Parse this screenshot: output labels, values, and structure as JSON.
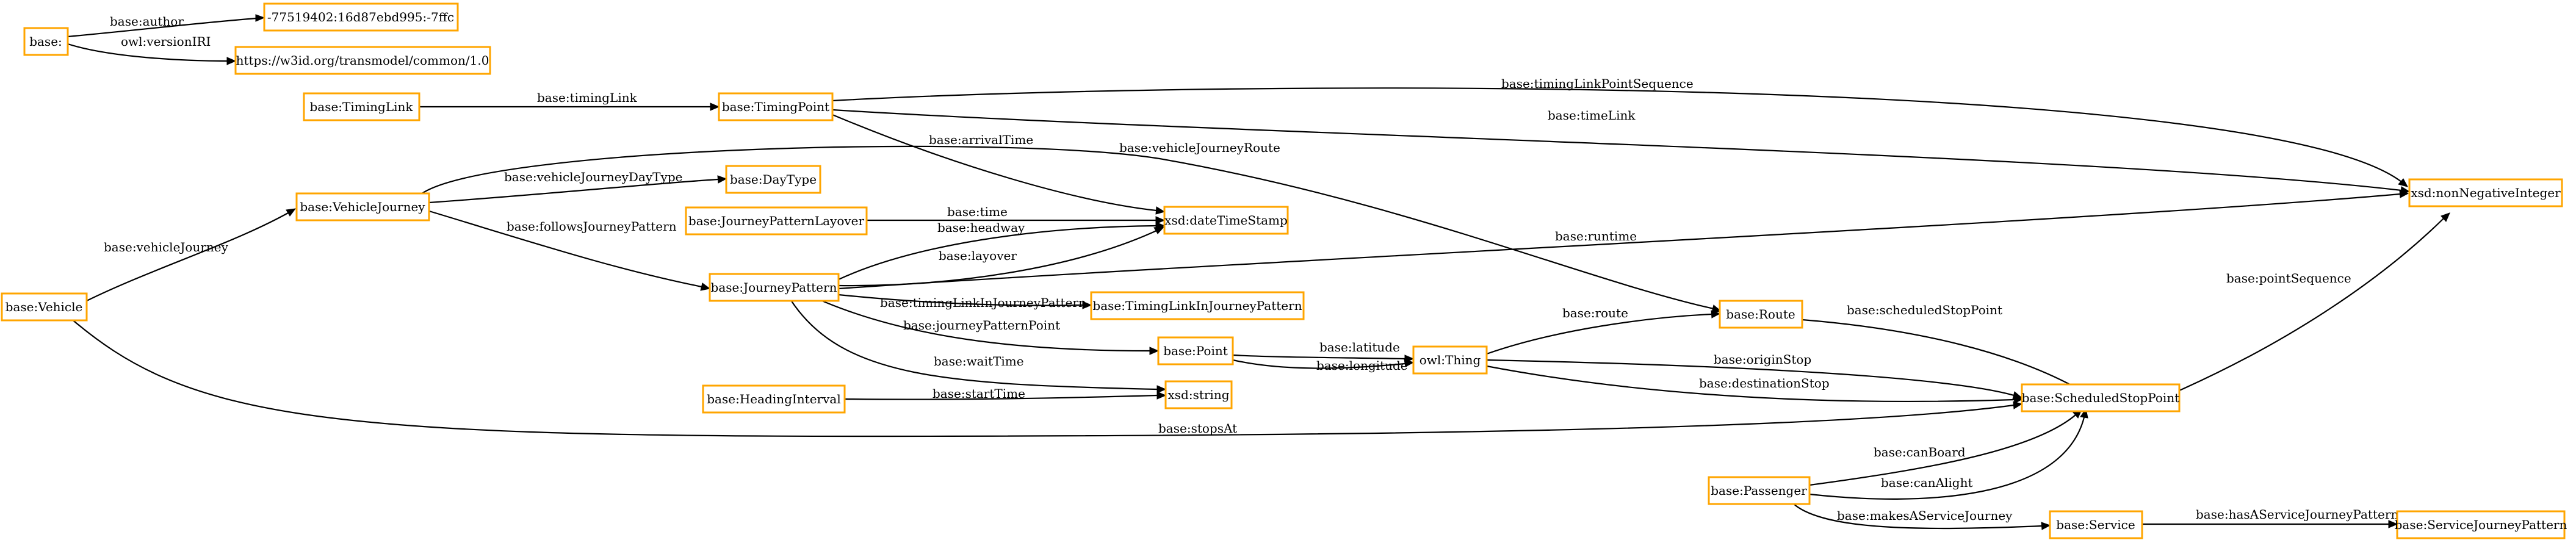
{
  "nodes": {
    "base_root": "base:",
    "author_value": "-77519402:16d87ebd995:-7ffc",
    "version_iri": "https://w3id.org/transmodel/common/1.0",
    "timing_link": "base:TimingLink",
    "timing_point": "base:TimingPoint",
    "non_negative_integer": "xsd:nonNegativeInteger",
    "vehicle_journey": "base:VehicleJourney",
    "day_type": "base:DayType",
    "journey_pattern_layover": "base:JourneyPatternLayover",
    "date_time_stamp": "xsd:dateTimeStamp",
    "vehicle": "base:Vehicle",
    "journey_pattern": "base:JourneyPattern",
    "timing_link_in_journey_pattern": "base:TimingLinkInJourneyPattern",
    "route": "base:Route",
    "point": "base:Point",
    "owl_thing": "owl:Thing",
    "heading_interval": "base:HeadingInterval",
    "xsd_string": "xsd:string",
    "scheduled_stop_point": "base:ScheduledStopPoint",
    "passenger": "base:Passenger",
    "service": "base:Service",
    "service_journey_pattern": "base:ServiceJourneyPattern"
  },
  "edges": {
    "author": "base:author",
    "version_iri": "owl:versionIRI",
    "timing_link": "base:timingLink",
    "timing_link_point_sequence": "base:timingLinkPointSequence",
    "time_link": "base:timeLink",
    "arrival_time": "base:arrivalTime",
    "vehicle_journey_route": "base:vehicleJourneyRoute",
    "vehicle_journey_day_type": "base:vehicleJourneyDayType",
    "time": "base:time",
    "headway": "base:headway",
    "follows_journey_pattern": "base:followsJourneyPattern",
    "vehicle_journey": "base:vehicleJourney",
    "layover": "base:layover",
    "runtime": "base:runtime",
    "timing_link_in_journey_pattern": "base:timingLinkInJourneyPattern",
    "journey_pattern_point": "base:journeyPatternPoint",
    "wait_time": "base:waitTime",
    "latitude": "base:latitude",
    "longitude": "base:longitude",
    "route": "base:route",
    "scheduled_stop_point": "base:scheduledStopPoint",
    "point_sequence": "base:pointSequence",
    "origin_stop": "base:originStop",
    "destination_stop": "base:destinationStop",
    "start_time": "base:startTime",
    "stops_at": "base:stopsAt",
    "can_board": "base:canBoard",
    "can_alight": "base:canAlight",
    "makes_a_service_journey": "base:makesAServiceJourney",
    "has_a_service_journey_pattern": "base:hasAServiceJourneyPattern"
  },
  "colors": {
    "node_border": "#ffa500",
    "edge": "#000000",
    "background": "#ffffff"
  }
}
